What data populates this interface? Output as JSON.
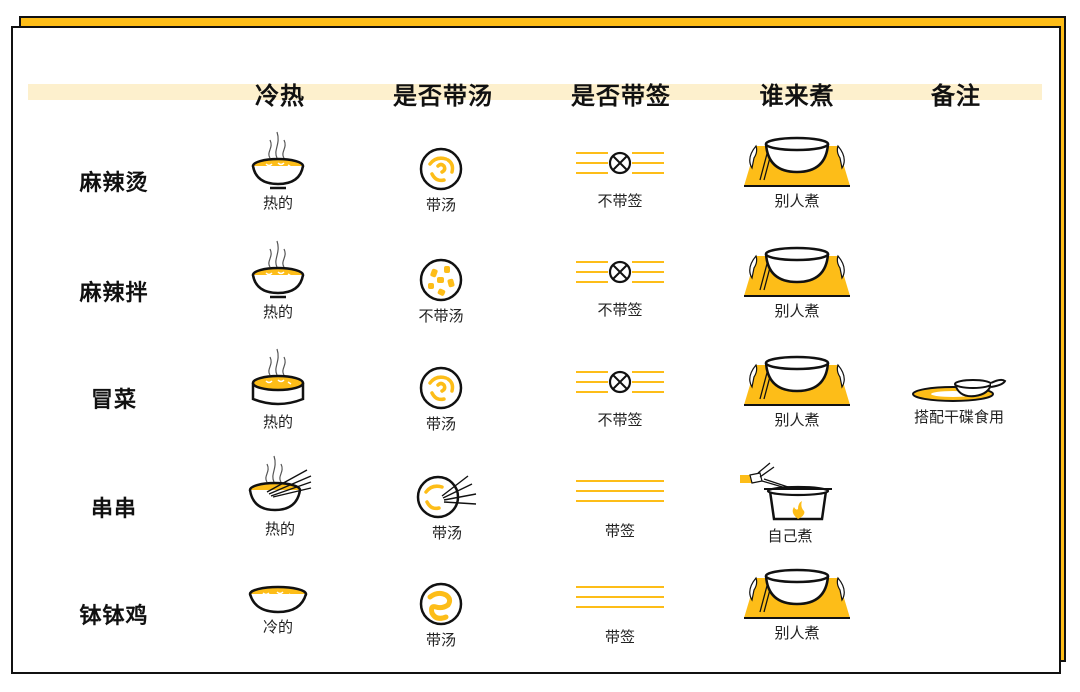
{
  "columns": [
    {
      "key": "temp",
      "label": "冷热"
    },
    {
      "key": "soup",
      "label": "是否带汤"
    },
    {
      "key": "skewer",
      "label": "是否带签"
    },
    {
      "key": "cook",
      "label": "谁来煮"
    },
    {
      "key": "note",
      "label": "备注"
    }
  ],
  "rows": [
    {
      "name": "麻辣烫",
      "temp": "热的",
      "temp_icon": "steaming-bowl-icon",
      "soup": "带汤",
      "soup_icon": "soup-plate-icon",
      "skewer": "不带签",
      "skewer_icon": "no-skewer-icon",
      "cook": "别人煮",
      "cook_icon": "served-bowl-icon",
      "note": ""
    },
    {
      "name": "麻辣拌",
      "temp": "热的",
      "temp_icon": "steaming-bowl-icon",
      "soup": "不带汤",
      "soup_icon": "dry-plate-icon",
      "skewer": "不带签",
      "skewer_icon": "no-skewer-icon",
      "cook": "别人煮",
      "cook_icon": "served-bowl-icon",
      "note": ""
    },
    {
      "name": "冒菜",
      "temp": "热的",
      "temp_icon": "steaming-pot-icon",
      "soup": "带汤",
      "soup_icon": "soup-plate-icon",
      "skewer": "不带签",
      "skewer_icon": "no-skewer-icon",
      "cook": "别人煮",
      "cook_icon": "served-bowl-icon",
      "note": "搭配干碟食用",
      "note_icon": "dip-dish-icon"
    },
    {
      "name": "串串",
      "temp": "热的",
      "temp_icon": "steaming-bowl-skewers-icon",
      "soup": "带汤",
      "soup_icon": "soup-plate-skewers-icon",
      "skewer": "带签",
      "skewer_icon": "skewer-lines-icon",
      "cook": "自己煮",
      "cook_icon": "hotpot-self-cook-icon",
      "note": ""
    },
    {
      "name": "钵钵鸡",
      "temp": "冷的",
      "temp_icon": "cold-bowl-icon",
      "soup": "带汤",
      "soup_icon": "soup-plate-icon",
      "skewer": "带签",
      "skewer_icon": "skewer-lines-icon",
      "cook": "别人煮",
      "cook_icon": "served-bowl-icon",
      "note": ""
    }
  ],
  "colors": {
    "accent": "#fdbd18",
    "band": "#fdf0cd",
    "ink": "#111111"
  }
}
